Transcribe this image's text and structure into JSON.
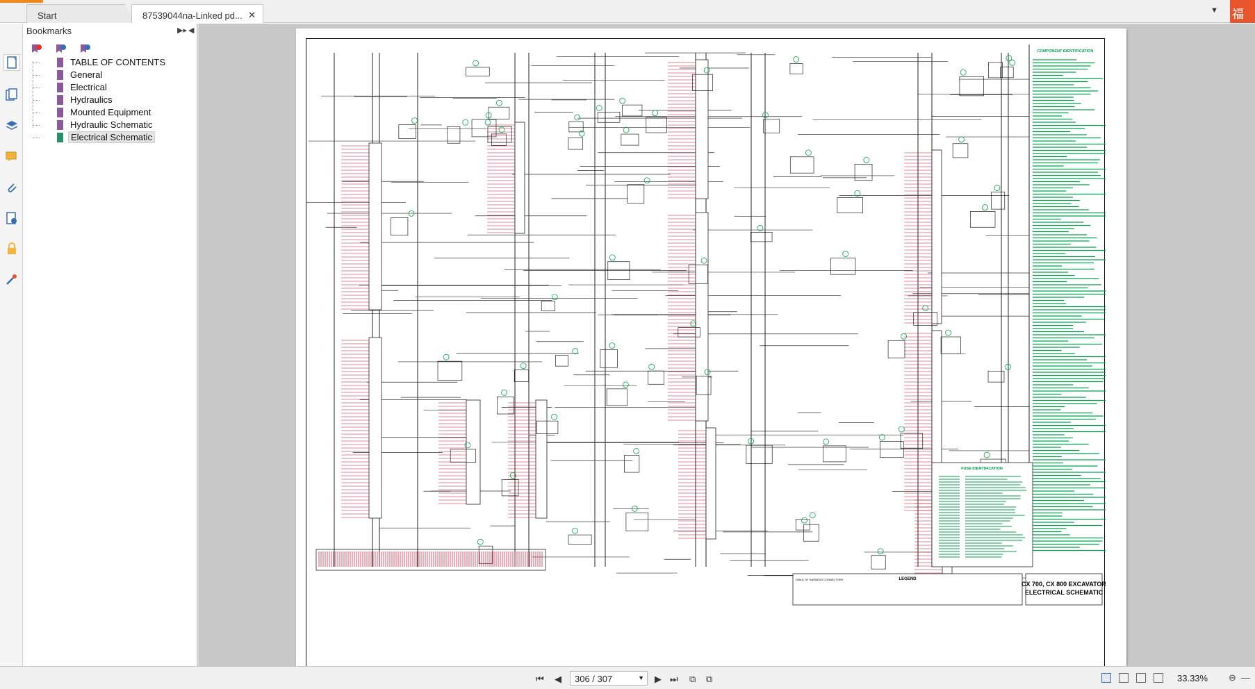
{
  "tabs": [
    {
      "label": "Start"
    },
    {
      "label": "87539044na-Linked pd..."
    }
  ],
  "brand": {
    "text": "福昕"
  },
  "bookmarks": {
    "title": "Bookmarks",
    "items": [
      {
        "label": "TABLE OF CONTENTS",
        "color": "#8b5a9a"
      },
      {
        "label": "General",
        "color": "#8b5a9a"
      },
      {
        "label": "Electrical",
        "color": "#8b5a9a"
      },
      {
        "label": "Hydraulics",
        "color": "#8b5a9a"
      },
      {
        "label": "Mounted Equipment",
        "color": "#8b5a9a"
      },
      {
        "label": "Hydraulic Schematic",
        "color": "#8b5a9a"
      },
      {
        "label": "Electrical Schematic",
        "color": "#2a8f6b"
      }
    ]
  },
  "document": {
    "component_id_title": "COMPONENT IDENTIFICATION",
    "fuse_id_title": "FUSE IDENTIFICATION",
    "legend_title": "LEGEND",
    "table_title": "TABLE OF HARNESS CONNECTORS",
    "title_line1": "CX 700, CX 800 EXCAVATOR",
    "title_line2": "ELECTRICAL SCHEMATIC",
    "wire_color": "#c8102e",
    "text_color": "#00a04a"
  },
  "navigation": {
    "page_display": "306 / 307",
    "zoom": "33.33%"
  }
}
